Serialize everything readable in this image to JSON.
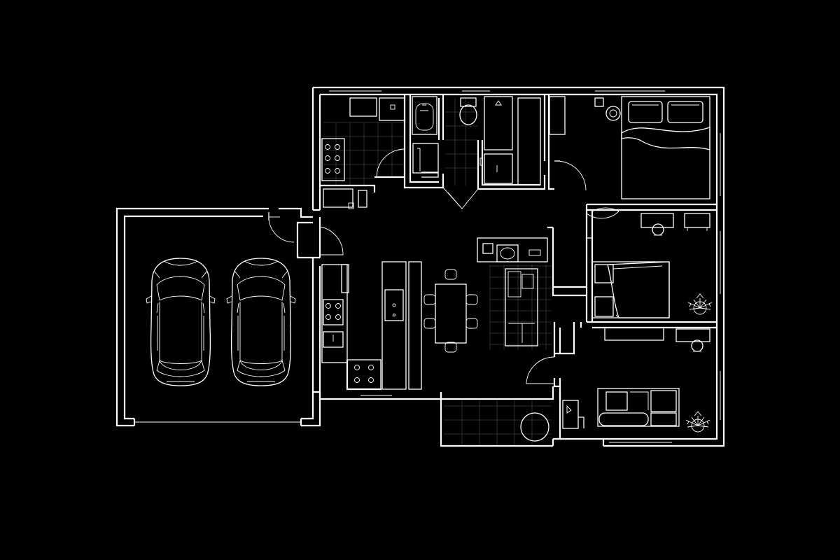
{
  "theme": {
    "background": "#000000",
    "line": "#ffffff"
  },
  "plan": {
    "rooms": [
      "garage",
      "kitchen",
      "laundry",
      "bathroom",
      "master-bedroom",
      "bedroom-2",
      "bedroom-3",
      "living-area",
      "dining-area",
      "patio",
      "entry-hall"
    ],
    "vehicles": 2,
    "beds": 2,
    "plants": 2
  }
}
